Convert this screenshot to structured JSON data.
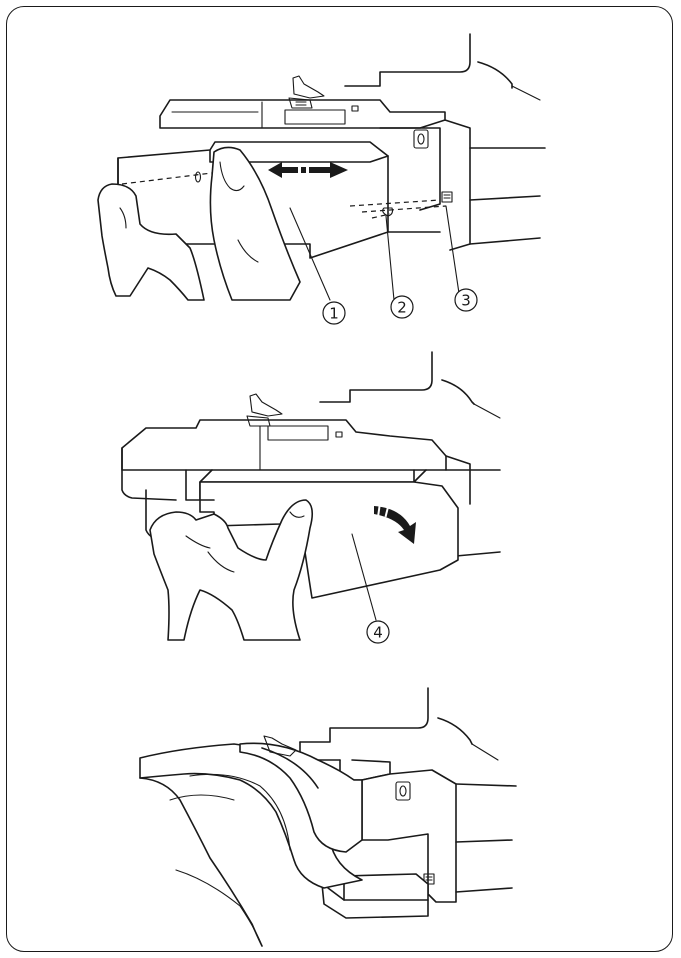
{
  "callouts": {
    "c1": "1",
    "c2": "2",
    "c3": "3",
    "c4": "4"
  },
  "colors": {
    "line": "#1a1a1a",
    "background": "#ffffff"
  }
}
